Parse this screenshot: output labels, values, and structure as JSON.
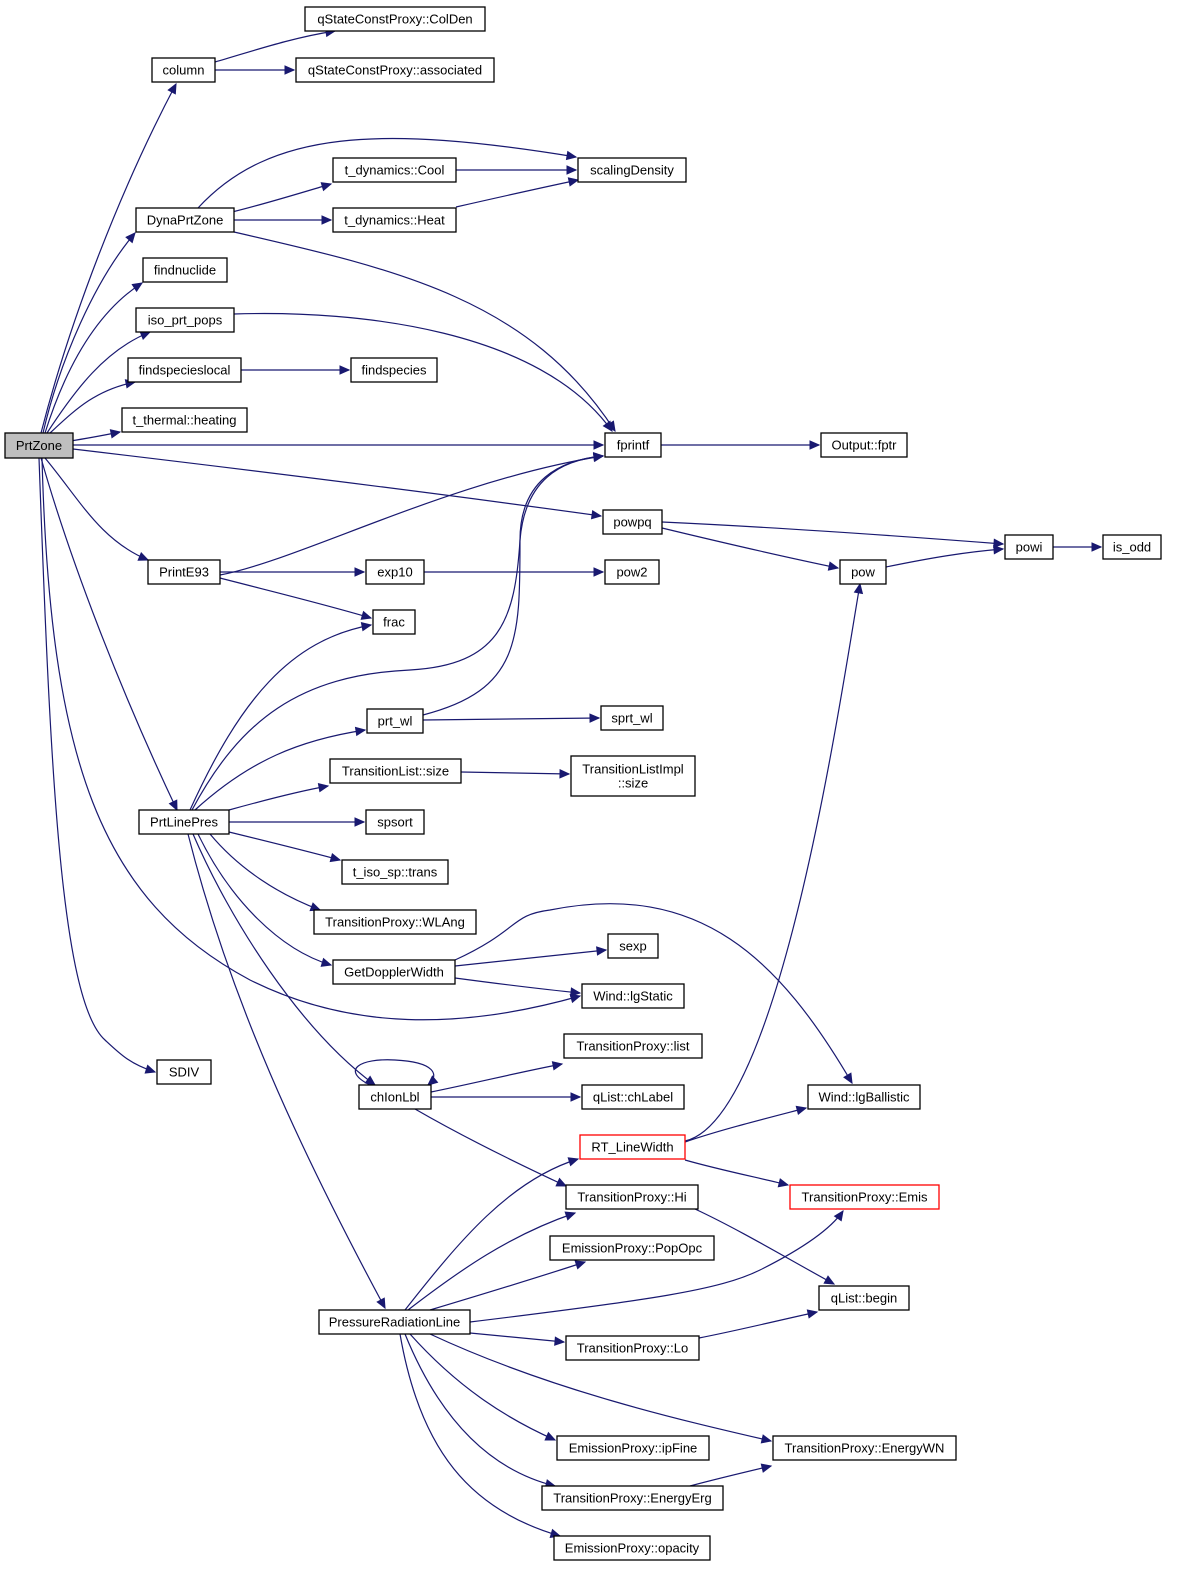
{
  "colors": {
    "edge": "#191970",
    "root_fill": "#bfbfbf",
    "node_border": "#000000",
    "highlight_border": "#ff0000"
  },
  "nodes": {
    "prtzone": [
      "PrtZone"
    ],
    "column": [
      "column"
    ],
    "colden": [
      "qStateConstProxy::ColDen"
    ],
    "associated": [
      "qStateConstProxy::associated"
    ],
    "dynaprtzone": [
      "DynaPrtZone"
    ],
    "cool": [
      "t_dynamics::Cool"
    ],
    "heat": [
      "t_dynamics::Heat"
    ],
    "scalingdensity": [
      "scalingDensity"
    ],
    "findnuclide": [
      "findnuclide"
    ],
    "isoprtpops": [
      "iso_prt_pops"
    ],
    "findspecieslocal": [
      "findspecieslocal"
    ],
    "findspecies": [
      "findspecies"
    ],
    "heating": [
      "t_thermal::heating"
    ],
    "fprintf": [
      "fprintf"
    ],
    "fptr": [
      "Output::fptr"
    ],
    "powpq": [
      "powpq"
    ],
    "powi": [
      "powi"
    ],
    "isodd": [
      "is_odd"
    ],
    "pow": [
      "pow"
    ],
    "printe93": [
      "PrintE93"
    ],
    "exp10": [
      "exp10"
    ],
    "pow2": [
      "pow2"
    ],
    "frac": [
      "frac"
    ],
    "prtwl": [
      "prt_wl"
    ],
    "sprtwl": [
      "sprt_wl"
    ],
    "tlsize": [
      "TransitionList::size"
    ],
    "tlimplsize": [
      "TransitionListImpl",
      "::size"
    ],
    "prtlinepres": [
      "PrtLinePres"
    ],
    "spsort": [
      "spsort"
    ],
    "isotrans": [
      "t_iso_sp::trans"
    ],
    "wlang": [
      "TransitionProxy::WLAng"
    ],
    "sexp": [
      "sexp"
    ],
    "getdopplerwidth": [
      "GetDopplerWidth"
    ],
    "lgstatic": [
      "Wind::lgStatic"
    ],
    "tplist": [
      "TransitionProxy::list"
    ],
    "chionlbl": [
      "chIonLbl"
    ],
    "chlabel": [
      "qList::chLabel"
    ],
    "lgballistic": [
      "Wind::lgBallistic"
    ],
    "sdiv": [
      "SDIV"
    ],
    "rtlinewidth": [
      "RT_LineWidth"
    ],
    "tphi": [
      "TransitionProxy::Hi"
    ],
    "tpemis": [
      "TransitionProxy::Emis"
    ],
    "popopc": [
      "EmissionProxy::PopOpc"
    ],
    "qlistbegin": [
      "qList::begin"
    ],
    "pressureradiationline": [
      "PressureRadiationLine"
    ],
    "tplo": [
      "TransitionProxy::Lo"
    ],
    "ipfine": [
      "EmissionProxy::ipFine"
    ],
    "energywn": [
      "TransitionProxy::EnergyWN"
    ],
    "energyerg": [
      "TransitionProxy::EnergyErg"
    ],
    "opacity": [
      "EmissionProxy::opacity"
    ]
  }
}
